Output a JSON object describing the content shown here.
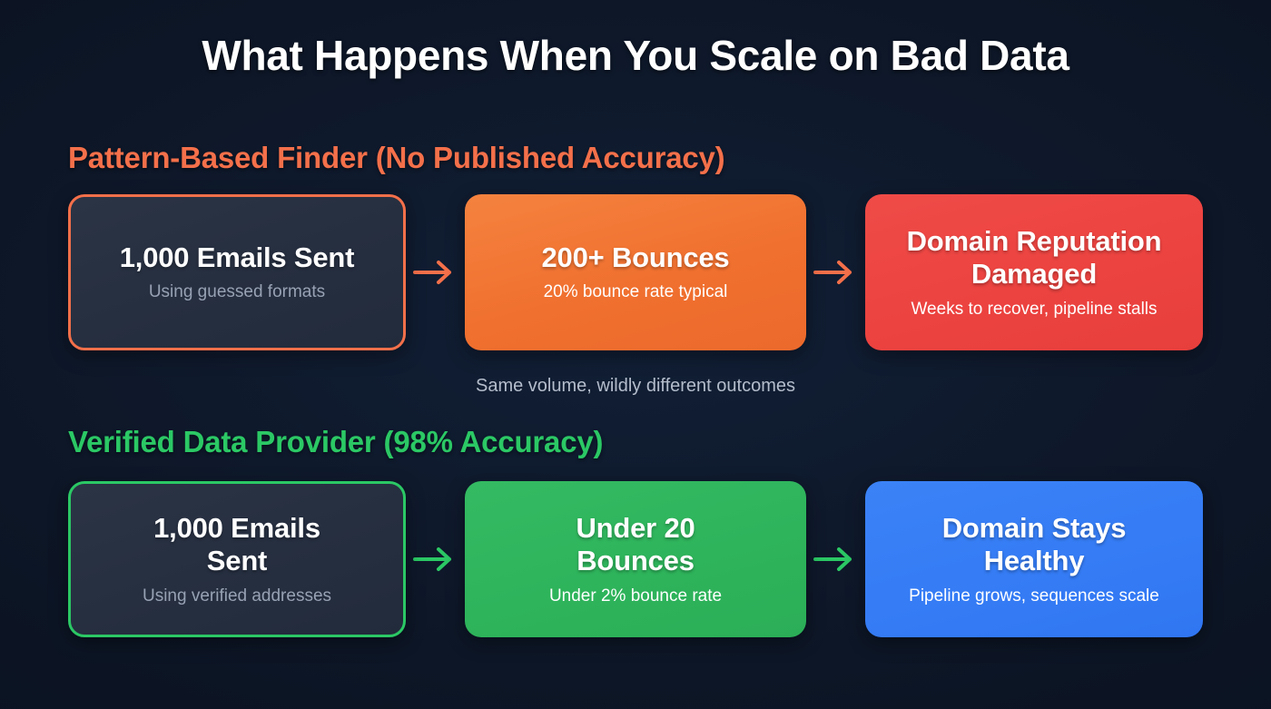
{
  "title": "What Happens When You Scale on Bad Data",
  "mid_caption": "Same volume, wildly different outcomes",
  "colors": {
    "background": "#0d1626",
    "bad_accent": "#f4704a",
    "good_accent": "#2bc865",
    "orange_card": "#f0702f",
    "red_card": "#ec4340",
    "green_card": "#2eb45b",
    "blue_card": "#357cf5",
    "outline_card_bg": "#262f40",
    "muted_text": "#97a2b4",
    "caption_text": "#b4bdcc"
  },
  "sections": [
    {
      "id": "bad",
      "heading": "Pattern-Based Finder (No Published Accuracy)",
      "arrow_label": "arrow-right",
      "steps": [
        {
          "title": "1,000 Emails Sent",
          "subtitle": "Using guessed formats",
          "style": "outline"
        },
        {
          "title": "200+ Bounces",
          "subtitle": "20% bounce rate typical",
          "style": "orange"
        },
        {
          "title": "Domain Reputation Damaged",
          "subtitle": "Weeks to recover, pipeline stalls",
          "style": "red"
        }
      ]
    },
    {
      "id": "good",
      "heading": "Verified Data Provider (98% Accuracy)",
      "arrow_label": "arrow-right",
      "steps": [
        {
          "title": "1,000 Emails Sent",
          "subtitle": "Using verified addresses",
          "style": "outline"
        },
        {
          "title": "Under 20 Bounces",
          "subtitle": "Under 2% bounce rate",
          "style": "green"
        },
        {
          "title": "Domain Stays Healthy",
          "subtitle": "Pipeline grows, sequences scale",
          "style": "blue"
        }
      ]
    }
  ]
}
